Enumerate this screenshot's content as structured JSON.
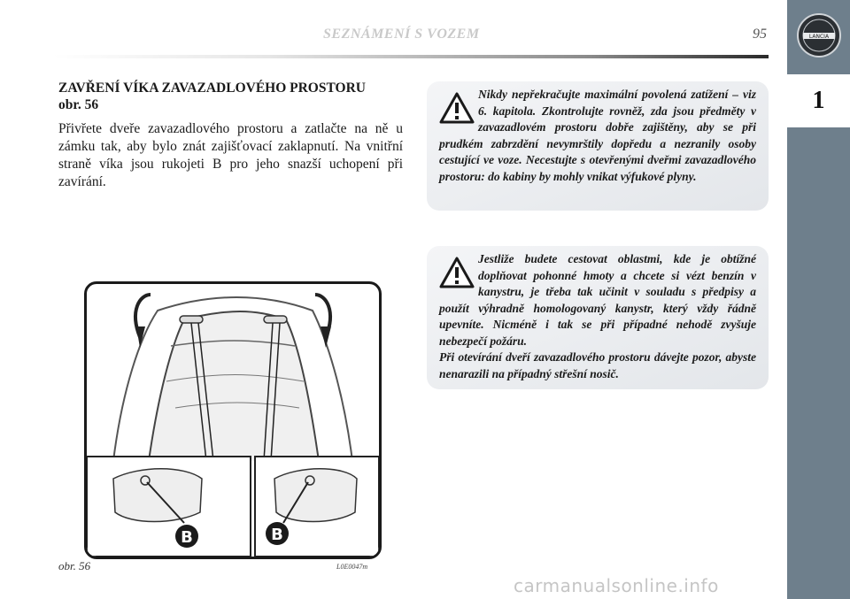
{
  "header": {
    "title": "SEZNÁMENÍ S VOZEM",
    "page_number": "95"
  },
  "sidebar": {
    "chapter_number": "1",
    "logo_text": "LANCIA"
  },
  "section": {
    "heading_line1": "ZAVŘENÍ VÍKA ZAVAZADLOVÉHO PROSTORU",
    "heading_line2": "obr. 56",
    "body": "Přivřete dveře zavazadlového prostoru a zatlačte na ně u zámku tak, aby bylo znát zajišťovací zaklapnutí. Na vnitřní straně víka jsou rukojeti B pro jeho snazší uchopení při zavírání."
  },
  "figure": {
    "caption": "obr. 56",
    "code": "L0E0047m",
    "callout_left": "B",
    "callout_right": "B"
  },
  "warnings": [
    {
      "text": "Nikdy nepřekračujte maximální povolená zatížení – viz 6. kapitola. Zkontrolujte rovněž, zda jsou předměty v zavazadlovém prostoru dobře zajištěny, aby se při prudkém zabrzdění nevymrštily dopředu a nezranily osoby cestující ve voze. Necestujte s otevřenými dveřmi zavazadlového prostoru: do kabiny by mohly vnikat výfukové plyny."
    },
    {
      "text": "Jestliže budete cestovat oblastmi, kde je obtížné doplňovat pohonné hmoty a chcete si vézt benzín v kanystru, je třeba tak učinit v souladu s předpisy a použít výhradně homologovaný kanystr, který vždy řádně upevníte. Nicméně i tak se při případné nehodě zvyšuje nebezpečí požáru.",
      "text2": "Při otevírání dveří zavazadlového prostoru dávejte pozor, abyste nenarazili na případný střešní nosič."
    }
  ],
  "watermark": "carmanualsonline.info"
}
